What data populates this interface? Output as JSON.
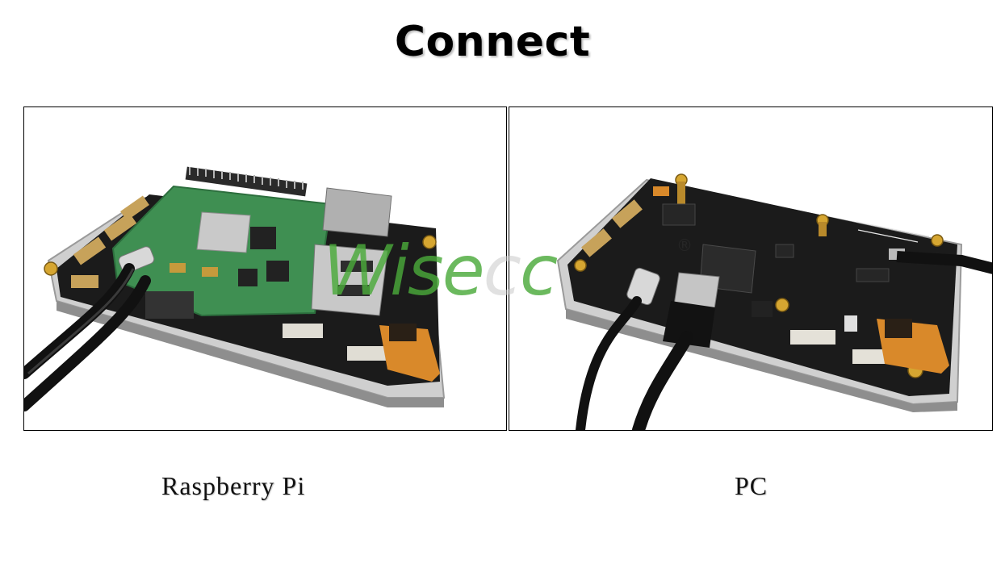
{
  "title": "Connect",
  "panels": [
    {
      "caption": "Raspberry Pi"
    },
    {
      "caption": "PC"
    }
  ],
  "watermark": {
    "green_part": "Wise",
    "light_part": "c",
    "tail": "c",
    "mark": "®"
  },
  "colors": {
    "pcb_black": "#1b1b1b",
    "rpi_green": "#3f8f52",
    "acrylic": "#d9d9d9",
    "gold_pad": "#c7a25a",
    "flex_cable": "#d9892a",
    "watermark_green": "#4aaa3a"
  }
}
